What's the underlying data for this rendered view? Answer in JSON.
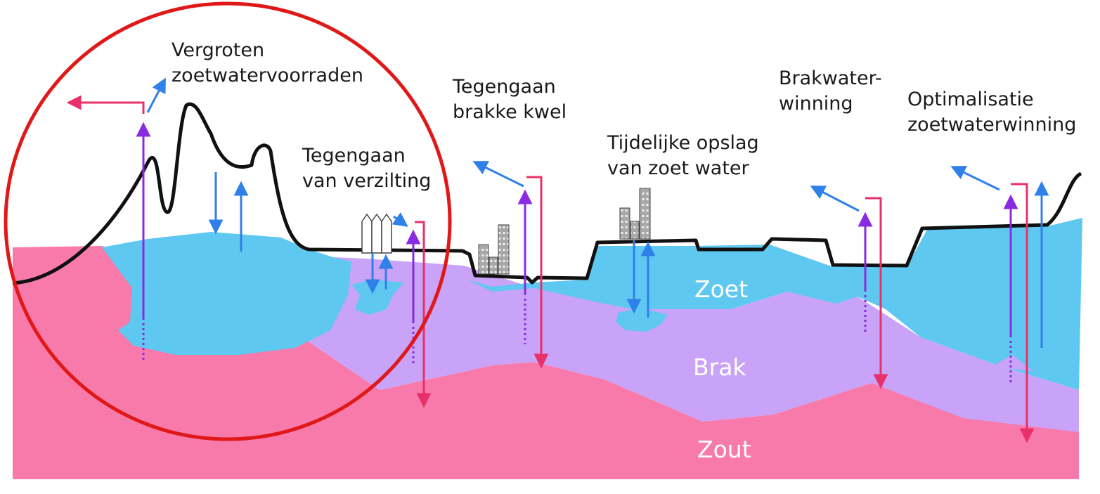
{
  "labels": {
    "vergroten": [
      "Vergroten",
      "zoetwatervoorraden"
    ],
    "verzilting": [
      "Tegengaan",
      "van verzilting"
    ],
    "kwel": [
      "Tegengaan",
      "brakke kwel"
    ],
    "opslag": [
      "Tijdelijke opslag",
      "van zoet water"
    ],
    "brakwater": [
      "Brakwater-",
      "winning"
    ],
    "optimalisatie": [
      "Optimalisatie",
      "zoetwaterwinning"
    ]
  },
  "zones": {
    "fresh": "Zoet",
    "brackish": "Brak",
    "salt": "Zout"
  },
  "colors": {
    "fresh": "#5fc8f0",
    "brackish": "#c8a3f8",
    "salt": "#f87aab",
    "surface": "#111111",
    "blue_arrow": "#2f80e8",
    "pink_arrow": "#e8306a",
    "purple_arrow": "#8a2be2",
    "highlight_circle": "#e01818",
    "building": "#a8a8a8"
  },
  "icons": [
    "greenhouse-icon",
    "city-buildings-icon",
    "highlight-circle"
  ]
}
